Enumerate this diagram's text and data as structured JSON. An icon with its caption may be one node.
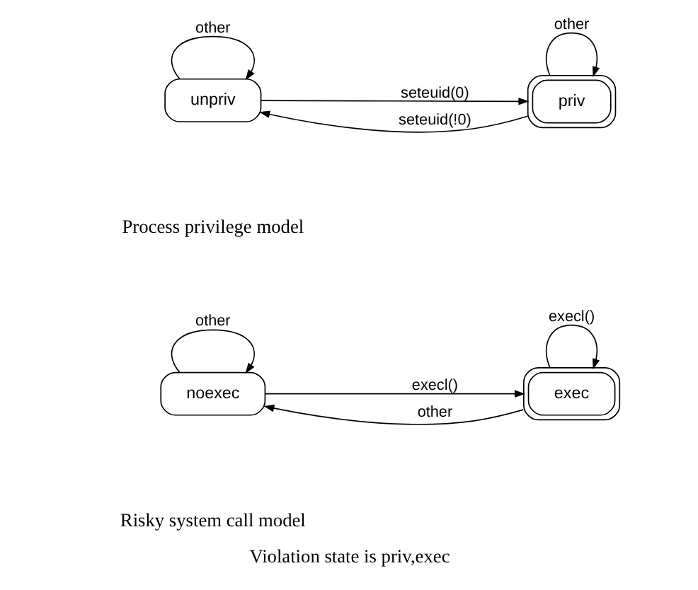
{
  "diagram": {
    "caption": "Violation state is priv,exec",
    "nodes": [
      {
        "text": [
          "unpriv"
        ]
      },
      {
        "text": [
          "priv"
        ]
      },
      {
        "text": [
          "noexec"
        ]
      },
      {
        "text": [
          "exec"
        ]
      }
    ],
    "edges": [
      {
        "from": 0,
        "to": 1,
        "arrow": "to",
        "label": "seteuid(0)"
      },
      {
        "from": 1,
        "to": 0,
        "arrow": "to",
        "label": "seteuid(!0)"
      },
      {
        "from": 0,
        "to": 0,
        "arrow": "to",
        "label": "other"
      },
      {
        "from": 1,
        "to": 1,
        "arrow": "to",
        "label": "other"
      },
      {
        "from": 2,
        "to": 3,
        "arrow": "to",
        "label": "execl()"
      },
      {
        "from": 3,
        "to": 2,
        "arrow": "to",
        "label": "other"
      },
      {
        "from": 2,
        "to": 2,
        "arrow": "to",
        "label": "other"
      },
      {
        "from": 3,
        "to": 3,
        "arrow": "to",
        "label": "execl()"
      }
    ],
    "labels": [
      "Process privilege model",
      "Risky system call model"
    ]
  }
}
